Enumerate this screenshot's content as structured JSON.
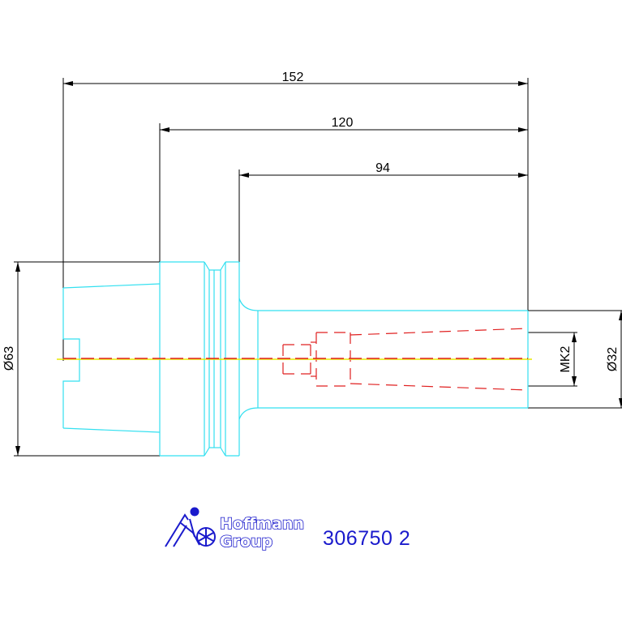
{
  "dimensions": {
    "length_overall": "152",
    "length_mid": "120",
    "length_shank": "94",
    "diameter_flange": "Ø63",
    "diameter_shank": "Ø32",
    "taper": "MK2"
  },
  "logo": {
    "line1": "Hoffmann",
    "line2": "Group"
  },
  "part_number": "306750 2",
  "colors": {
    "dimension": "#000000",
    "outline": "#33e0f0",
    "hidden": "#e02020",
    "centerline": "#e8e800",
    "logo": "#1a1acc"
  }
}
